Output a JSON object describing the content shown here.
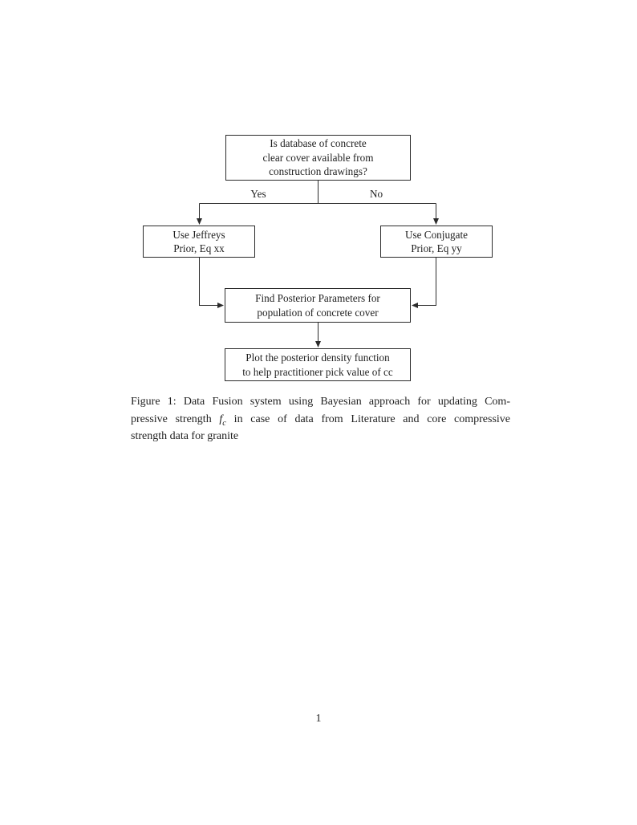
{
  "page": {
    "number": "1"
  },
  "flowchart": {
    "decision": {
      "lines": [
        "Is database of concrete",
        "clear cover available from",
        "construction drawings?"
      ]
    },
    "yes_label": "Yes",
    "no_label": "No",
    "jeffreys": {
      "lines": [
        "Use Jeffreys",
        "Prior, Eq xx"
      ]
    },
    "conjugate": {
      "lines": [
        "Use Conjugate",
        "Prior, Eq yy"
      ]
    },
    "posterior": {
      "lines": [
        "Find Posterior Parameters for",
        "population of concrete cover"
      ]
    },
    "plot": {
      "lines": [
        "Plot the posterior density function",
        "to help practitioner pick value of cc"
      ]
    },
    "line_color": "#2b2b2b"
  },
  "caption": {
    "line1": "Figure 1: Data Fusion system using Bayesian approach for updating Com-",
    "line2_pre": "pressive strength ",
    "line2_f": "f",
    "line2_sub": "c",
    "line2_post": " in case of data from Literature and core compressive",
    "line3": "strength data for granite"
  }
}
